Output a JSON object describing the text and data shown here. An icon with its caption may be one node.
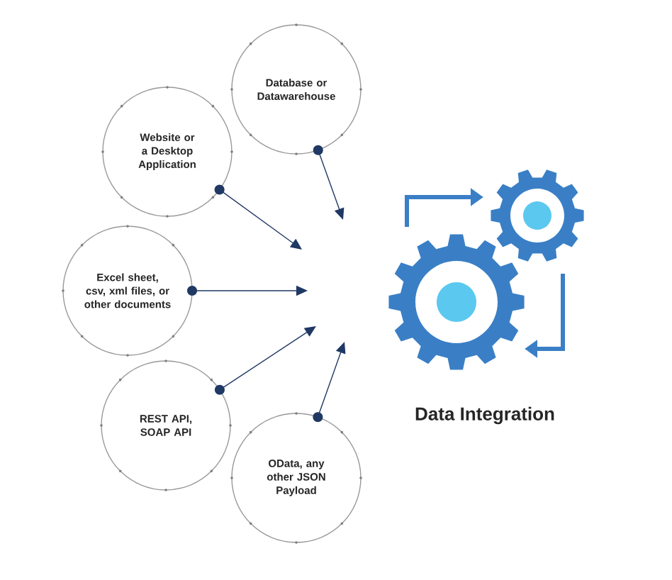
{
  "diagram": {
    "nodes": [
      {
        "text": [
          "Database or Datawarehouse"
        ]
      },
      {
        "text": [
          "Website or a Desktop Application"
        ]
      },
      {
        "text": [
          "Excel sheet, csv, xml files, or other documents"
        ]
      },
      {
        "text": [
          "REST API, SOAP API"
        ]
      },
      {
        "text": [
          "OData, any other JSON Payload"
        ]
      }
    ],
    "edges": [
      {
        "from": 0,
        "to": null,
        "arrow": "to"
      },
      {
        "from": 1,
        "to": null,
        "arrow": "to"
      },
      {
        "from": 2,
        "to": null,
        "arrow": "to"
      },
      {
        "from": 3,
        "to": null,
        "arrow": "to"
      },
      {
        "from": 4,
        "to": null,
        "arrow": "to"
      }
    ],
    "labels": [
      "Data Integration"
    ]
  }
}
